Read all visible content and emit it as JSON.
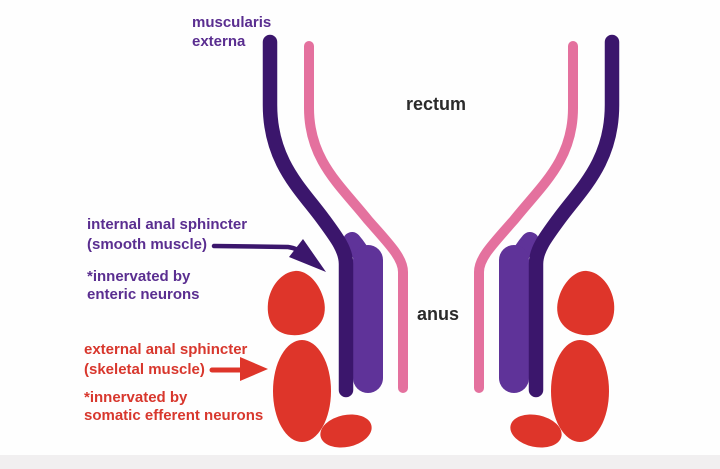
{
  "page": {
    "background": "#fefefe",
    "footer_strip_color": "#f1eff0"
  },
  "diagram": {
    "labels": {
      "muscularis_externa": [
        "muscularis",
        "externa"
      ],
      "rectum": "rectum",
      "anus": "anus",
      "internal_sphincter": [
        "internal anal sphincter",
        "(smooth muscle)"
      ],
      "internal_innervation": [
        "*innervated by",
        "enteric neurons"
      ],
      "external_sphincter": [
        "external anal sphincter",
        "(skeletal muscle)"
      ],
      "external_innervation": [
        "*innervated by",
        "somatic efferent neurons"
      ]
    },
    "colors": {
      "muscularis_externa_dark_purple": "#3b166c",
      "internal_sphincter_light_purple": "#5f3399",
      "mucosa_pink": "#e4719e",
      "external_sphincter_red": "#de352a",
      "purple_label_text": "#5a2e90",
      "red_label_text": "#d8372d",
      "black_label_text": "#2b2b2b"
    }
  }
}
